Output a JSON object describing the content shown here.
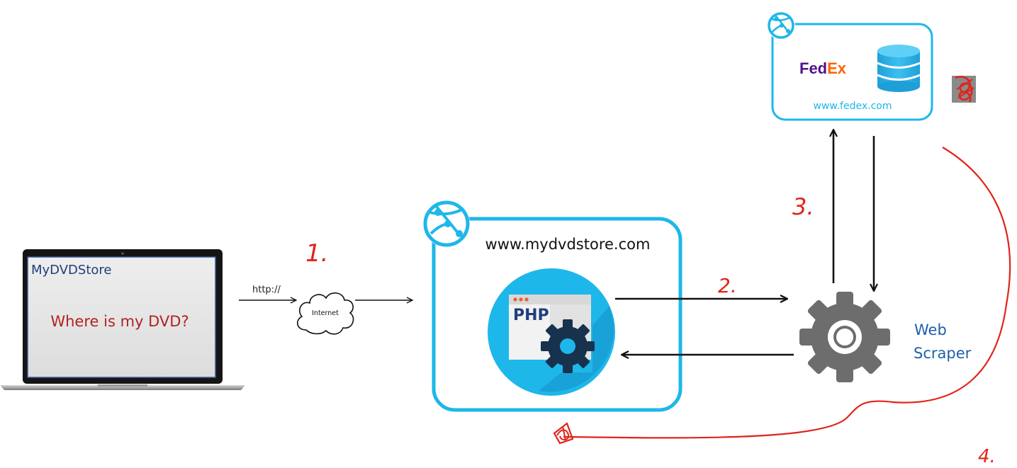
{
  "laptop": {
    "app_title": "MyDVDStore",
    "question": "Where is my DVD?"
  },
  "connection": {
    "protocol": "http://",
    "cloud_label": "Internet"
  },
  "web_app": {
    "domain": "www.mydvdstore.com",
    "tech_label": "PHP"
  },
  "external_site": {
    "brand_part1": "Fed",
    "brand_part2": "Ex",
    "domain": "www.fedex.com"
  },
  "scraper": {
    "label_line1": "Web",
    "label_line2": "Scraper"
  },
  "annotations": {
    "step1": "1.",
    "step2": "2.",
    "step3": "3.",
    "step4": "4."
  },
  "colors": {
    "box_border": "#1eb7ea",
    "globe_icon": "#1eb7ea",
    "question_text": "#b22222",
    "app_title_text": "#1f3f7a",
    "scraper_text": "#1f5fa8",
    "annotation_red": "#e0241c",
    "fedex_purple": "#4d148c",
    "fedex_orange": "#ff6200",
    "gear_gray": "#6d6d6d",
    "database_blue": "#27aae1"
  },
  "icons": {
    "globe": "globe-network-icon",
    "database": "database-icon",
    "gear": "gear-icon",
    "cloud": "cloud-icon",
    "php_badge": "php-gear-badge-icon",
    "laptop": "laptop-icon"
  }
}
